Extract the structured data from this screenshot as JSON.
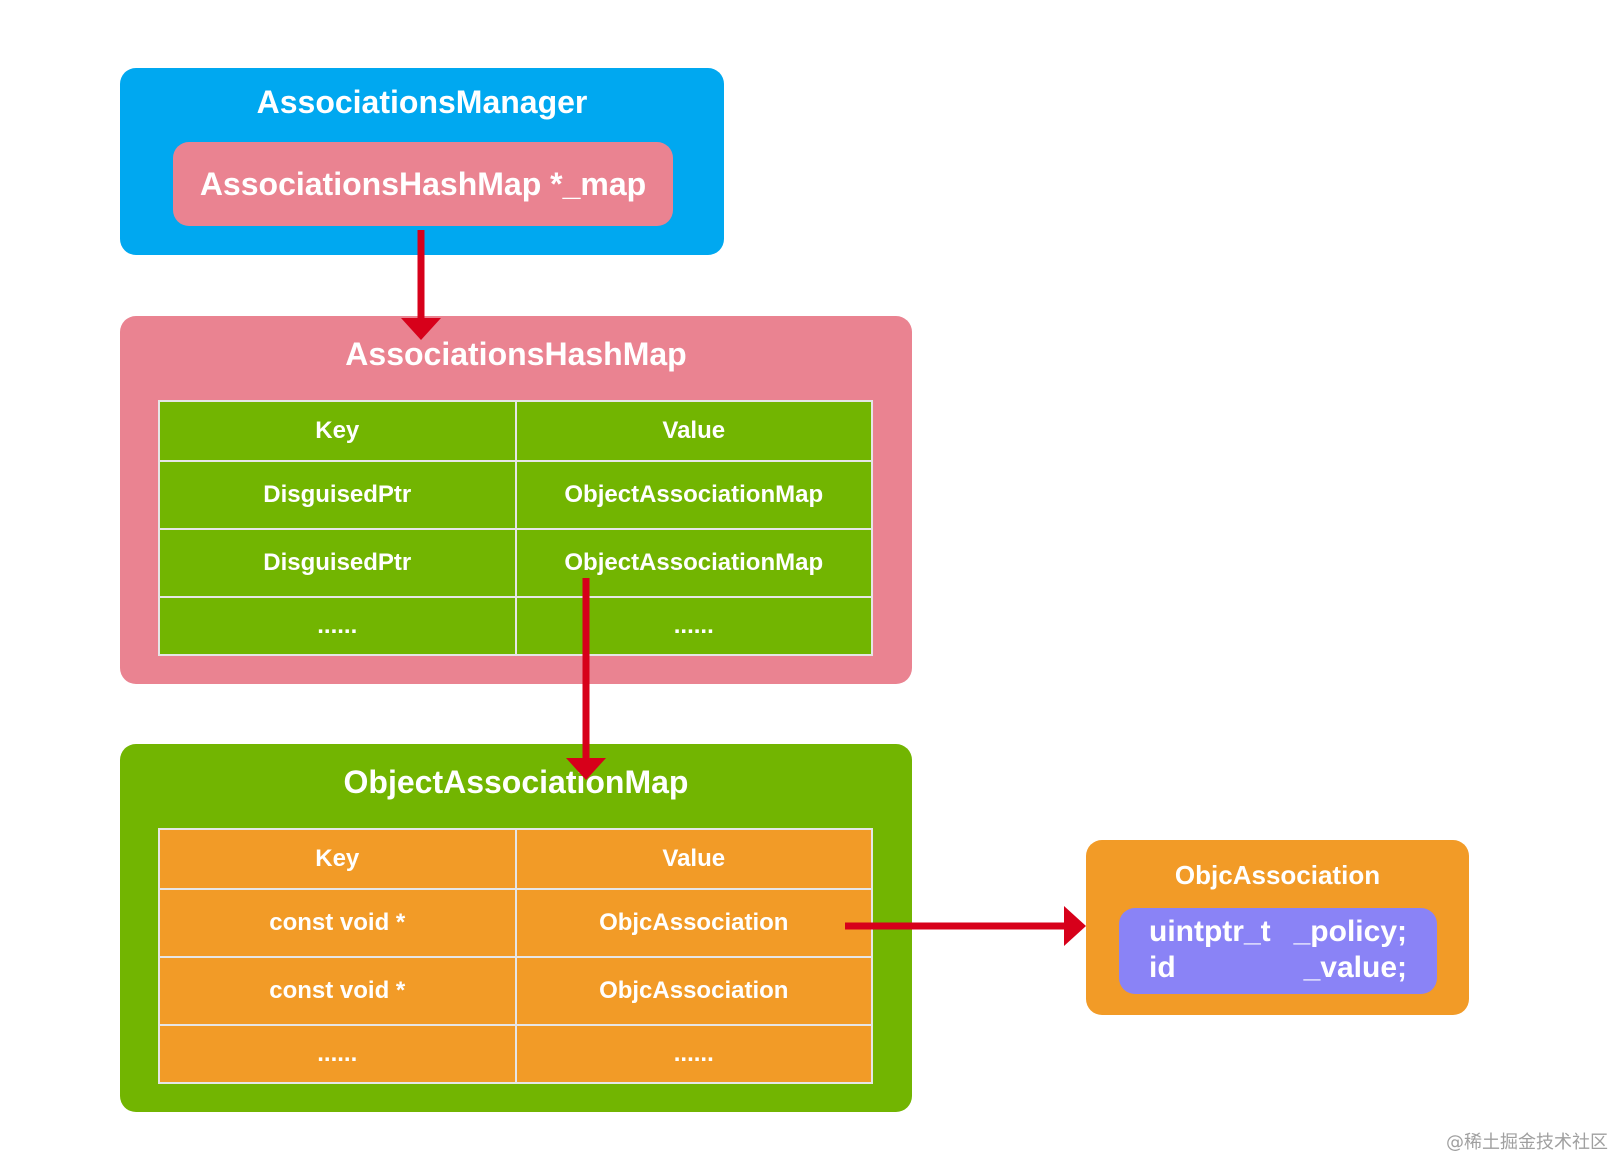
{
  "associations_manager": {
    "title": "AssociationsManager",
    "field": "AssociationsHashMap *_map"
  },
  "associations_hash_map": {
    "title": "AssociationsHashMap",
    "header": {
      "key": "Key",
      "value": "Value"
    },
    "rows": [
      {
        "key": "DisguisedPtr",
        "value": "ObjectAssociationMap"
      },
      {
        "key": "DisguisedPtr",
        "value": "ObjectAssociationMap"
      },
      {
        "key": "......",
        "value": "......"
      }
    ]
  },
  "object_association_map": {
    "title": "ObjectAssociationMap",
    "header": {
      "key": "Key",
      "value": "Value"
    },
    "rows": [
      {
        "key": "const void *",
        "value": "ObjcAssociation"
      },
      {
        "key": "const void *",
        "value": "ObjcAssociation"
      },
      {
        "key": "......",
        "value": "......"
      }
    ]
  },
  "objc_association": {
    "title": "ObjcAssociation",
    "fields": [
      {
        "type": "uintptr_t",
        "name": "_policy;"
      },
      {
        "type": "id",
        "name": "_value;"
      }
    ]
  },
  "watermark": "@稀土掘金技术社区",
  "colors": {
    "manager": "#00a8f0",
    "hash_map": "#ea8391",
    "object_map": "#72b501",
    "association": "#f29b27",
    "fields_box": "#8a83f6",
    "arrow": "#d7001a"
  }
}
